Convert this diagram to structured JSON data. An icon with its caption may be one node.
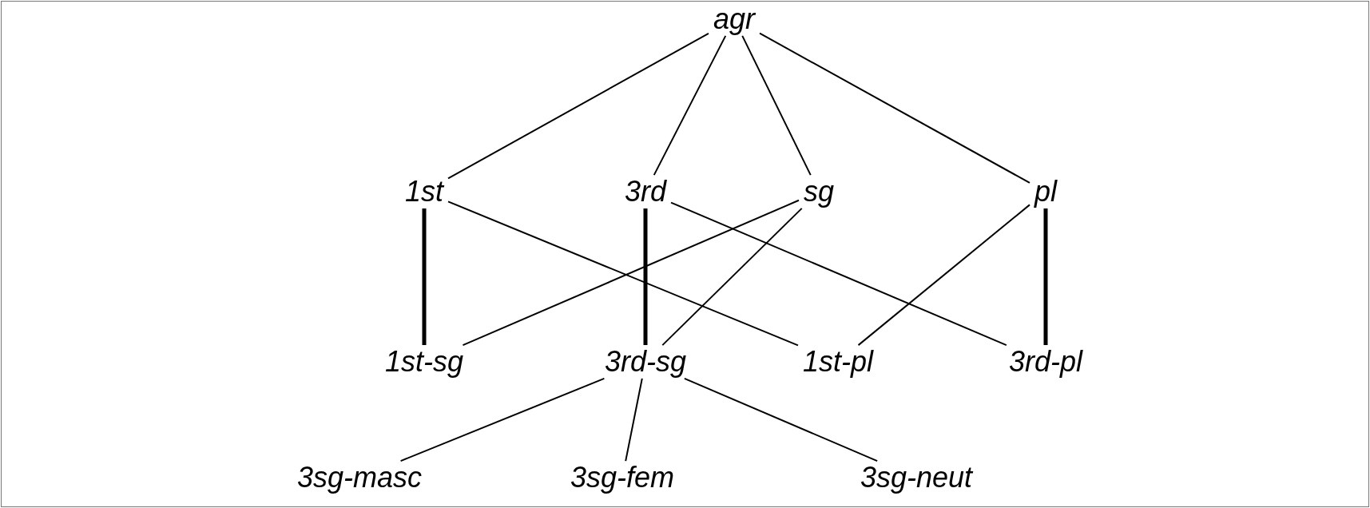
{
  "diagram": {
    "nodes": [
      {
        "text": [
          "agr"
        ]
      },
      {
        "text": [
          "1st"
        ]
      },
      {
        "text": [
          "3rd"
        ]
      },
      {
        "text": [
          "sg"
        ]
      },
      {
        "text": [
          "pl"
        ]
      },
      {
        "text": [
          "1st-sg"
        ]
      },
      {
        "text": [
          "3rd-sg"
        ]
      },
      {
        "text": [
          "1st-pl"
        ]
      },
      {
        "text": [
          "3rd-pl"
        ]
      },
      {
        "text": [
          "3sg-masc"
        ]
      },
      {
        "text": [
          "3sg-fem"
        ]
      },
      {
        "text": [
          "3sg-neut"
        ]
      }
    ],
    "edges": [
      {
        "from": 0,
        "to": 1,
        "arrow": "none"
      },
      {
        "from": 0,
        "to": 2,
        "arrow": "none"
      },
      {
        "from": 0,
        "to": 3,
        "arrow": "none"
      },
      {
        "from": 0,
        "to": 4,
        "arrow": "none"
      },
      {
        "from": 1,
        "to": 5,
        "arrow": "none",
        "style": "thick"
      },
      {
        "from": 1,
        "to": 7,
        "arrow": "none"
      },
      {
        "from": 2,
        "to": 6,
        "arrow": "none",
        "style": "thick"
      },
      {
        "from": 2,
        "to": 8,
        "arrow": "none"
      },
      {
        "from": 3,
        "to": 5,
        "arrow": "none"
      },
      {
        "from": 3,
        "to": 6,
        "arrow": "none"
      },
      {
        "from": 4,
        "to": 7,
        "arrow": "none"
      },
      {
        "from": 4,
        "to": 8,
        "arrow": "none",
        "style": "thick"
      },
      {
        "from": 6,
        "to": 9,
        "arrow": "none"
      },
      {
        "from": 6,
        "to": 10,
        "arrow": "none"
      },
      {
        "from": 6,
        "to": 11,
        "arrow": "none"
      }
    ]
  }
}
